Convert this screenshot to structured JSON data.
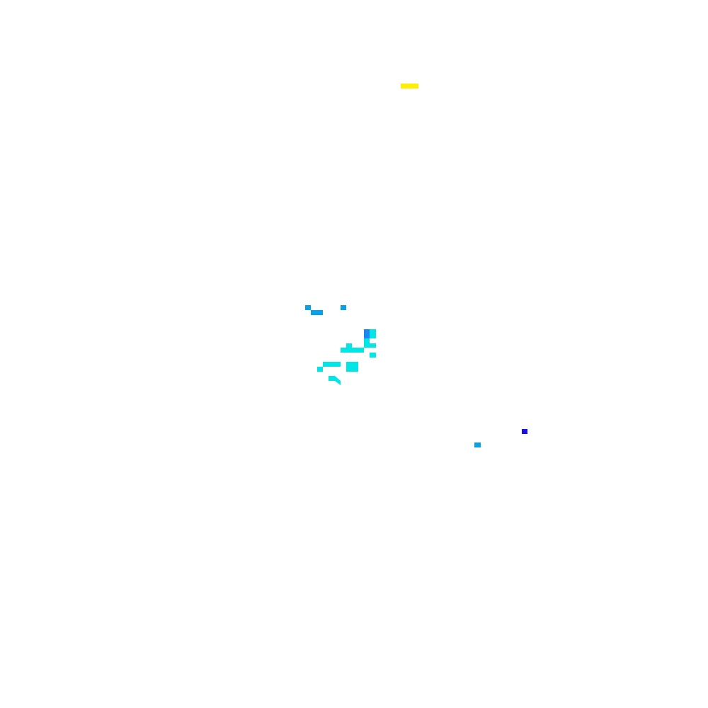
{
  "image": {
    "background_color": "#ffffff",
    "palette": {
      "yellow": "#ffee00",
      "cyan": "#00e5e5",
      "sky_blue": "#0aa0e6",
      "azure": "#1a86f0",
      "blue": "#1a10e6"
    },
    "pixel_clusters": [
      {
        "name": "yellow-top",
        "color": "yellow"
      },
      {
        "name": "upper-blue-specks",
        "color": "sky_blue"
      },
      {
        "name": "central-cyan-cluster",
        "color": "cyan"
      },
      {
        "name": "central-azure-pixel",
        "color": "azure"
      },
      {
        "name": "lower-right-specks",
        "color": "sky_blue"
      },
      {
        "name": "lower-right-deep-blue-pixel",
        "color": "blue"
      }
    ]
  }
}
